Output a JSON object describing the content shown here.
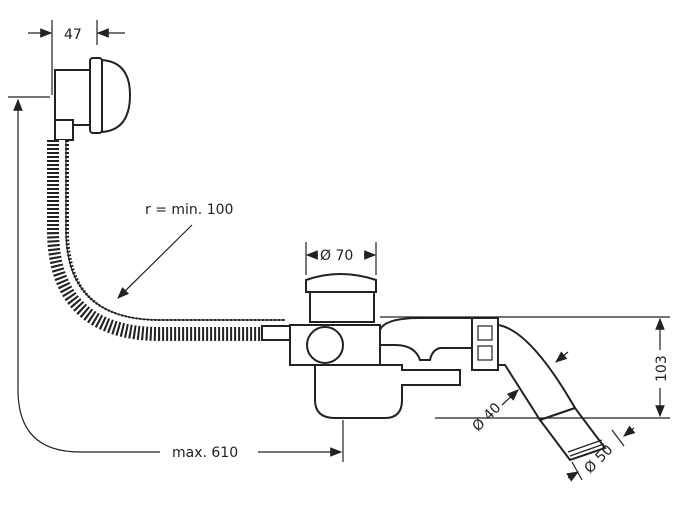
{
  "dimensions": {
    "overflow_depth": "47",
    "bend_radius": "r = min. 100",
    "plug_diameter": "Ø 70",
    "trap_height": "103",
    "outlet_inner": "Ø 40",
    "outlet_outer": "Ø 50",
    "max_length": "max. 610"
  },
  "colors": {
    "line": "#222222",
    "background": "#ffffff"
  }
}
